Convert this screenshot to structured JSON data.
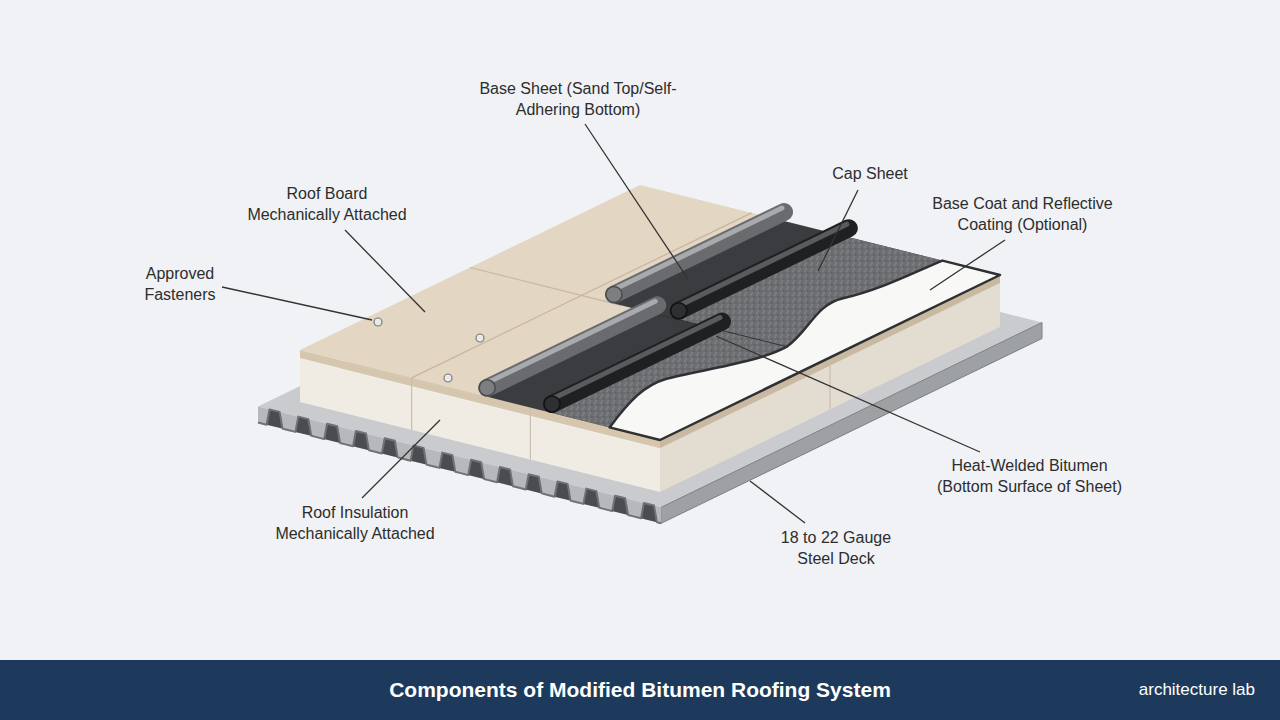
{
  "diagram": {
    "title": "Components of Modified Bitumen Roofing System",
    "labels": [
      "Base Sheet (Sand Top/Self-Adhering Bottom)",
      "Cap Sheet",
      "Base Coat and Reflective Coating (Optional)",
      "Roof Board Mechanically Attached",
      "Approved Fasteners",
      "Heat-Welded Bitumen (Bottom Surface of Sheet)",
      "Roof Insulation Mechanically Attached",
      "18 to 22 Gauge Steel Deck",
      "architecture lab"
    ]
  }
}
